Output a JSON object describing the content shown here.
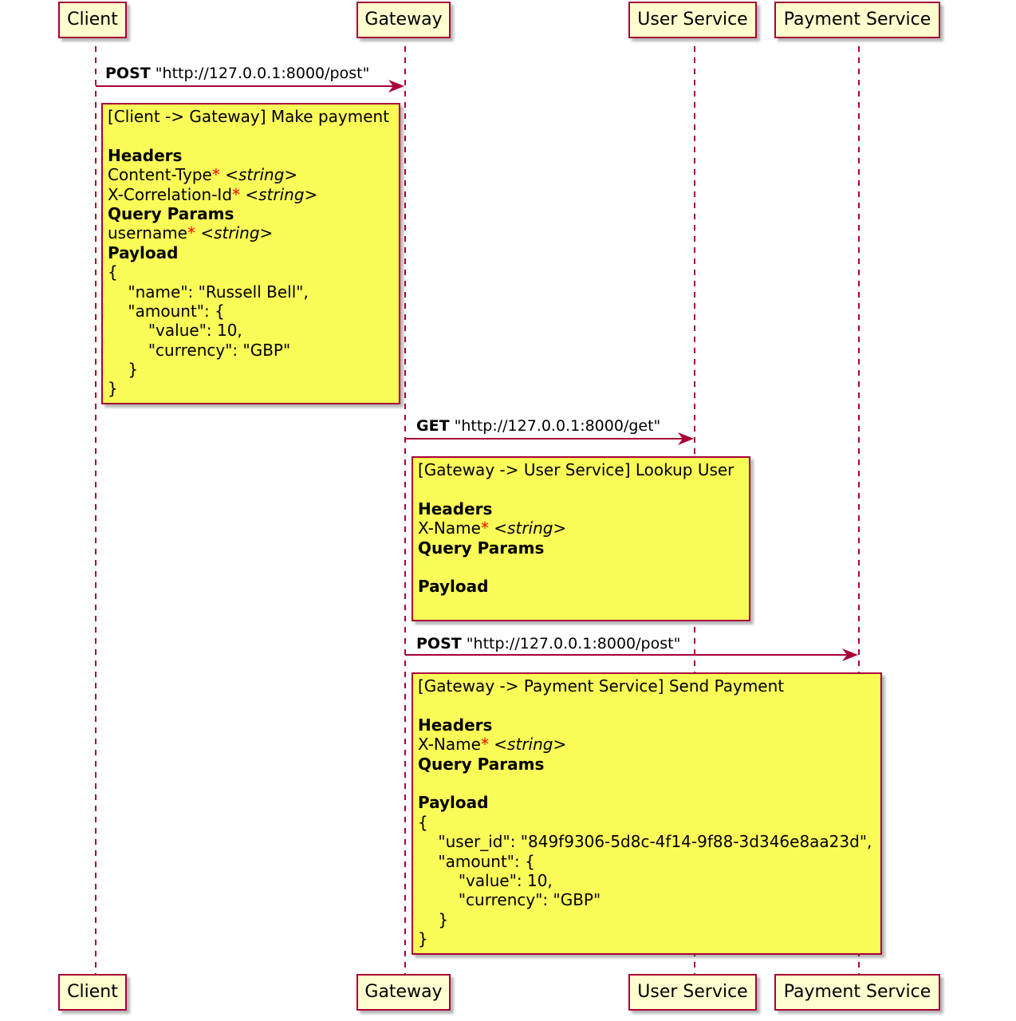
{
  "participants": [
    {
      "id": "client",
      "label": "Client"
    },
    {
      "id": "gateway",
      "label": "Gateway"
    },
    {
      "id": "user",
      "label": "User Service"
    },
    {
      "id": "payment",
      "label": "Payment Service"
    }
  ],
  "messages": [
    {
      "method": "POST",
      "url": "\"http://127.0.0.1:8000/post\"",
      "note": {
        "title": "[Client -> Gateway] Make payment",
        "headers_heading": "Headers",
        "headers": [
          {
            "name": "Content-Type",
            "required": "*",
            "type": "<string>"
          },
          {
            "name": "X-Correlation-Id",
            "required": "*",
            "type": "<string>"
          }
        ],
        "query_heading": "Query Params",
        "query": [
          {
            "name": "username",
            "required": "*",
            "type": "<string>"
          }
        ],
        "payload_heading": "Payload",
        "payload": [
          "{",
          "    \"name\": \"Russell Bell\",",
          "    \"amount\": {",
          "        \"value\": 10,",
          "        \"currency\": \"GBP\"",
          "    }",
          "}"
        ]
      }
    },
    {
      "method": "GET",
      "url": "\"http://127.0.0.1:8000/get\"",
      "note": {
        "title": "[Gateway -> User Service] Lookup User",
        "headers_heading": "Headers",
        "headers": [
          {
            "name": "X-Name",
            "required": "*",
            "type": "<string>"
          }
        ],
        "query_heading": "Query Params",
        "query": [],
        "payload_heading": "Payload",
        "payload": []
      }
    },
    {
      "method": "POST",
      "url": "\"http://127.0.0.1:8000/post\"",
      "note": {
        "title": "[Gateway -> Payment Service] Send Payment",
        "headers_heading": "Headers",
        "headers": [
          {
            "name": "X-Name",
            "required": "*",
            "type": "<string>"
          }
        ],
        "query_heading": "Query Params",
        "query": [],
        "payload_heading": "Payload",
        "payload": [
          "{",
          "    \"user_id\": \"849f9306-5d8c-4f14-9f88-3d346e8aa23d\",",
          "    \"amount\": {",
          "        \"value\": 10,",
          "        \"currency\": \"GBP\"",
          "    }",
          "}"
        ]
      }
    }
  ],
  "colors": {
    "lifeline": "#A80036",
    "participant_fill": "#FEFECE",
    "note_fill": "#FBFB58",
    "required_marker": "#FF0000"
  }
}
